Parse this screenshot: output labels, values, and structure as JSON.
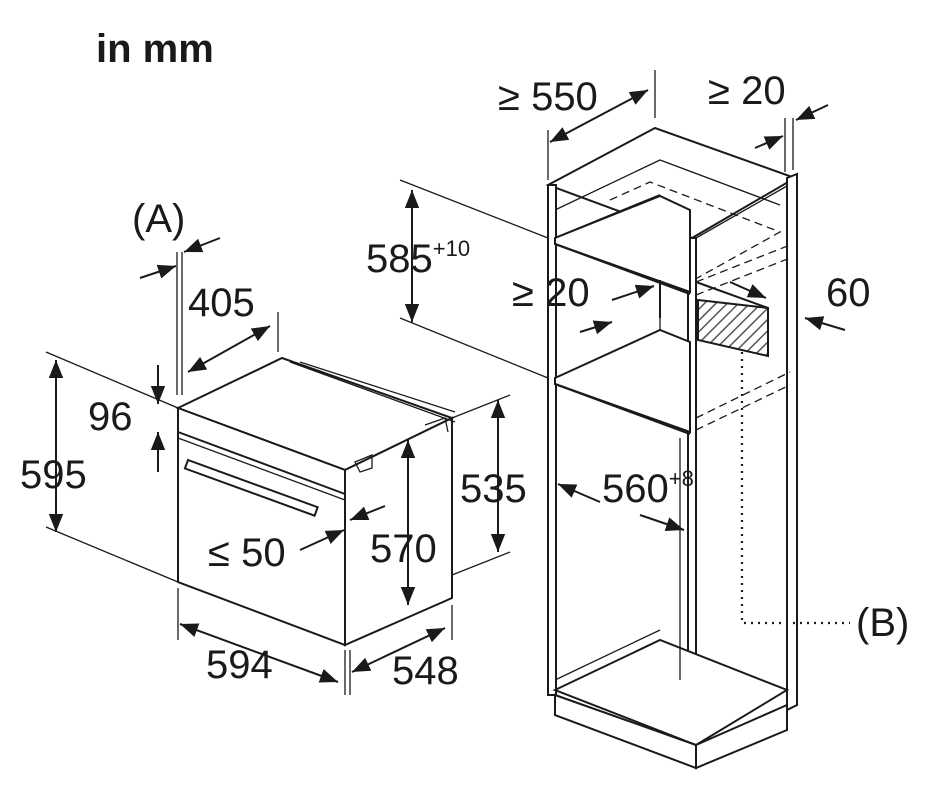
{
  "unit_label": "in mm",
  "markers": {
    "a": "(A)",
    "b": "(B)"
  },
  "oven": {
    "dim_405": "405",
    "dim_96": "96",
    "dim_595": "595",
    "dim_535": "535",
    "dim_570": "570",
    "dim_le50": "≤ 50",
    "dim_594": "594",
    "dim_548": "548"
  },
  "cabinet": {
    "dim_ge550": "≥ 550",
    "dim_ge20_top": "≥ 20",
    "dim_585": "585",
    "dim_585_tol": "+10",
    "dim_ge20_mid": "≥ 20",
    "dim_60": "60",
    "dim_560": "560",
    "dim_560_tol": "+8"
  }
}
